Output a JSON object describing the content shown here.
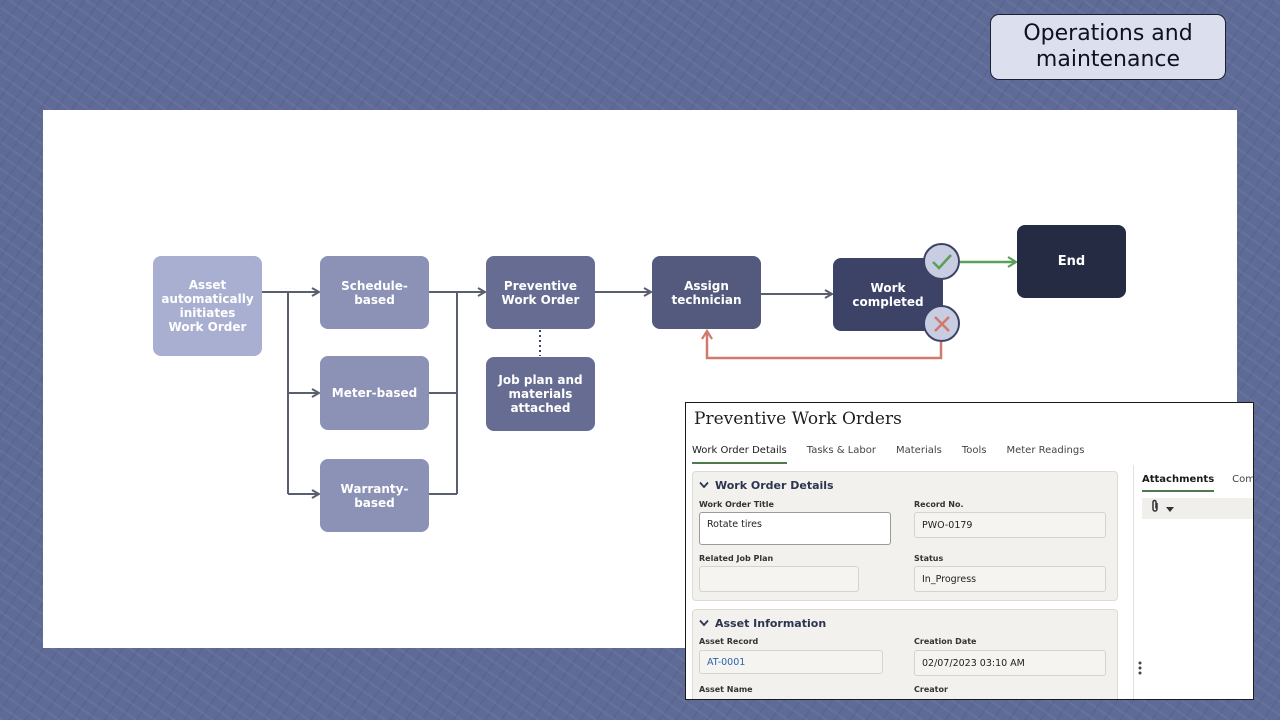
{
  "slide": {
    "title": "Operations and maintenance"
  },
  "flow": {
    "nodes": {
      "asset": "Asset\nautomatically\ninitiates\nWork Order",
      "schedule": "Schedule-\nbased",
      "meter": "Meter-based",
      "warranty": "Warranty-\nbased",
      "pwo": "Preventive\nWork Order",
      "job_plan": "Job plan and\nmaterials\nattached",
      "assign": "Assign\ntechnician",
      "work_completed": "Work\ncompleted",
      "end": "End"
    },
    "colors": {
      "success": "#5aa05a",
      "failure": "#d07a6e",
      "connector": "#5a5f70"
    }
  },
  "app": {
    "title": "Preventive Work Orders",
    "tabs": [
      "Work Order Details",
      "Tasks & Labor",
      "Materials",
      "Tools",
      "Meter Readings"
    ],
    "active_tab": "Work Order Details",
    "section1": {
      "title": "Work Order Details",
      "work_order_title_label": "Work Order Title",
      "work_order_title_value": "Rotate tires",
      "record_no_label": "Record No.",
      "record_no_value": "PWO-0179",
      "related_job_plan_label": "Related Job Plan",
      "related_job_plan_value": "",
      "status_label": "Status",
      "status_value": "In_Progress"
    },
    "section2": {
      "title": "Asset Information",
      "asset_record_label": "Asset Record",
      "asset_record_value": "AT-0001",
      "creation_date_label": "Creation Date",
      "creation_date_value": "02/07/2023 03:10 AM",
      "asset_name_label": "Asset Name",
      "creator_label": "Creator"
    },
    "side_tabs": [
      "Attachments",
      "Comme"
    ],
    "icons": {
      "collapse": "chevron-down-icon",
      "attach": "paperclip-icon",
      "dropdown": "caret-down-icon",
      "more": "more-vertical-icon"
    }
  }
}
